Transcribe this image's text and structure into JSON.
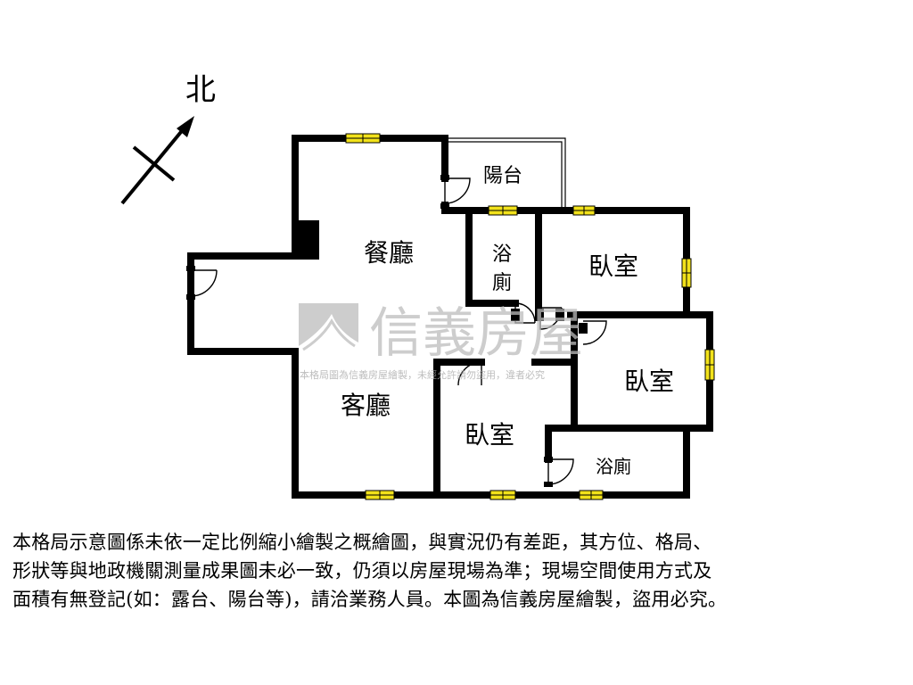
{
  "compass": {
    "label": "北"
  },
  "rooms": {
    "dining": "餐廳",
    "living": "客廳",
    "balcony": "陽台",
    "bath1_line1": "浴",
    "bath1_line2": "廁",
    "bedroom_top_right": "臥室",
    "bedroom_mid_right": "臥室",
    "bedroom_bottom": "臥室",
    "bath2": "浴廁"
  },
  "watermark": {
    "brand": "信義房屋",
    "notice": "本格局圖為信義房屋繪製，未經允許請勿盜用，違者必究"
  },
  "disclaimer": {
    "line1": "本格局示意圖係未依一定比例縮小繪製之概繪圖，與實況仍有差距，其方位、格局、",
    "line2": "形狀等與地政機關測量成果圖未必一致，仍須以房屋現場為準；現場空間使用方式及",
    "line3": "面積有無登記(如：露台、陽台等)，請洽業務人員。本圖為信義房屋繪製，盜用必究。"
  },
  "colors": {
    "wall": "#000000",
    "window": "#f2e21a",
    "watermark": "#bdbdbd"
  }
}
